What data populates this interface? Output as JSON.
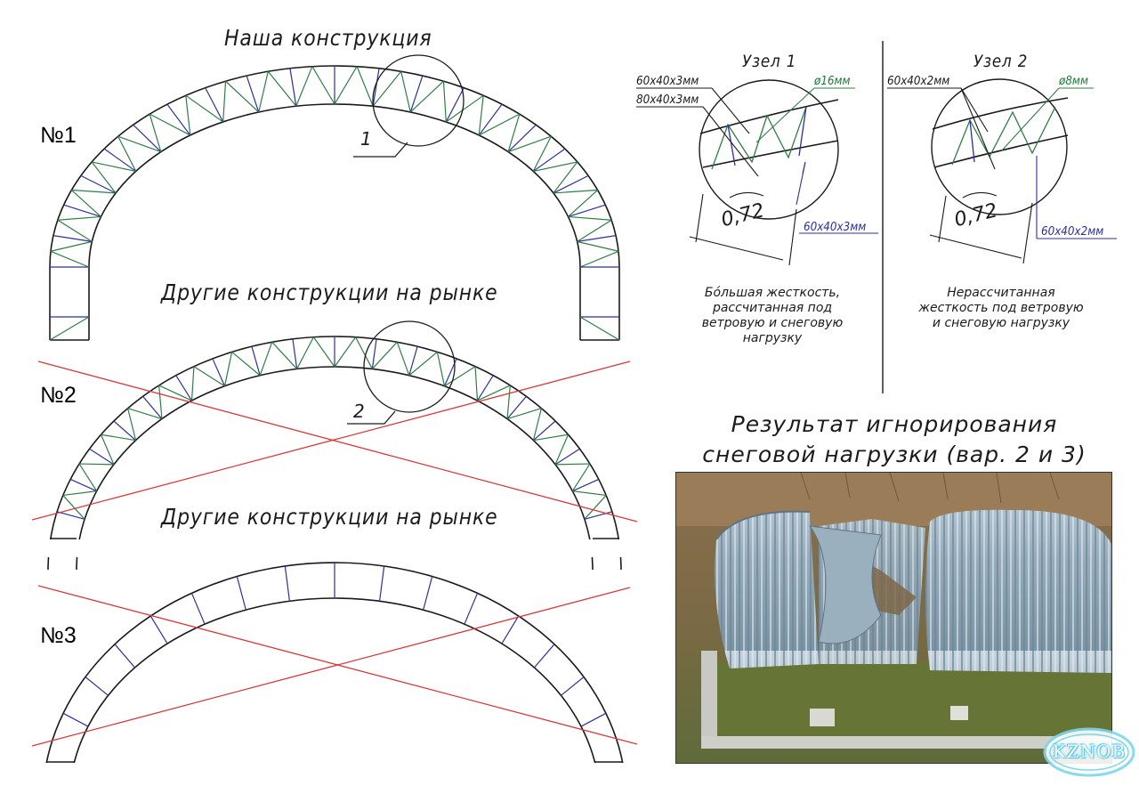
{
  "schemes": [
    {
      "number": "№1",
      "title": "Наша конструкция",
      "callout": "1"
    },
    {
      "number": "№2",
      "title": "Другие конструкции на рынке",
      "callout": "2"
    },
    {
      "number": "№3",
      "title": "Другие конструкции на рынке"
    }
  ],
  "node1": {
    "title": "Узел 1",
    "outer_profile": "60х40х3мм",
    "inner_profile": "80х40х3мм",
    "rod": "ø16мм",
    "post": "60х40х3мм",
    "spacing": "0,72",
    "note": "Бо́льшая жесткость, рассчитанная под ветровую и снеговую нагрузку"
  },
  "node2": {
    "title": "Узел 2",
    "chord_profile": "60х40х2мм",
    "rod": "ø8мм",
    "post": "60х40х2мм",
    "spacing": "0,72",
    "note": "Нерассчитанная жесткость под ветровую и снеговую нагрузку"
  },
  "result": {
    "title_line1": "Результат игнорирования",
    "title_line2": "снеговой нагрузки (вар. 2 и 3)"
  },
  "watermark": "KZNOB",
  "colors": {
    "outline": "#1a1a1a",
    "lattice_green": "#2f7d46",
    "post_blue": "#2d2f9b",
    "cross_red": "#d63a3a",
    "roof_metal": "#9fb3c1",
    "ground": "#6d7340"
  }
}
